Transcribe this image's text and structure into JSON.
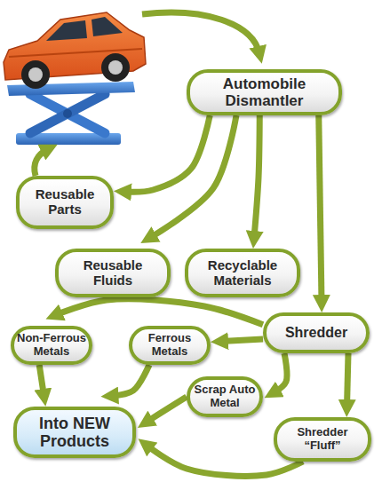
{
  "diagram": {
    "nodes": [
      {
        "text": [
          "Automobile Dismantler"
        ]
      },
      {
        "text": [
          "Reusable Parts"
        ]
      },
      {
        "text": [
          "Reusable Fluids"
        ]
      },
      {
        "text": [
          "Recyclable Materials"
        ]
      },
      {
        "text": [
          "Non-Ferrous Metals"
        ]
      },
      {
        "text": [
          "Ferrous Metals"
        ]
      },
      {
        "text": [
          "Shredder"
        ]
      },
      {
        "text": [
          "Scrap Auto Metal"
        ]
      },
      {
        "text": [
          "Into NEW Products"
        ]
      },
      {
        "text": [
          "Shredder “Fluff”"
        ]
      }
    ],
    "edges": [
      {
        "from": 0,
        "to": 1,
        "arrow": "to"
      },
      {
        "from": 0,
        "to": 2,
        "arrow": "to"
      },
      {
        "from": 0,
        "to": 3,
        "arrow": "to"
      },
      {
        "from": 0,
        "to": 6,
        "arrow": "to"
      },
      {
        "from": 6,
        "to": 4,
        "arrow": "to"
      },
      {
        "from": 6,
        "to": 5,
        "arrow": "to"
      },
      {
        "from": 6,
        "to": 7,
        "arrow": "to"
      },
      {
        "from": 6,
        "to": 9,
        "arrow": "to"
      },
      {
        "from": 4,
        "to": 8,
        "arrow": "to"
      },
      {
        "from": 5,
        "to": 8,
        "arrow": "to"
      },
      {
        "from": 7,
        "to": 8,
        "arrow": "to"
      },
      {
        "from": 9,
        "to": 8,
        "arrow": "to"
      }
    ]
  }
}
